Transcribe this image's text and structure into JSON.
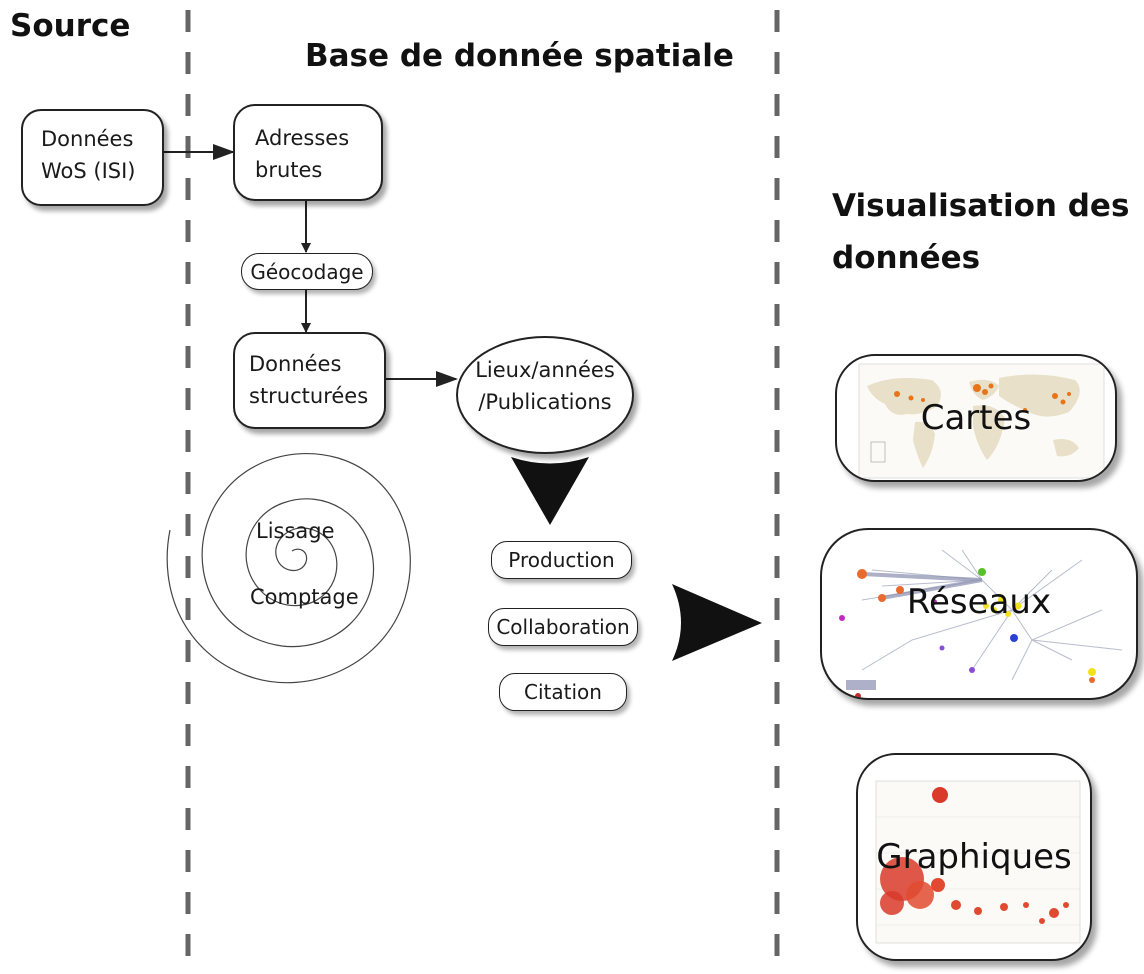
{
  "headings": {
    "source": "Source",
    "base": "Base de donnée spatiale",
    "visualisation_line1": "Visualisation des",
    "visualisation_line2": "données"
  },
  "nodes": {
    "wos_line1": "Données",
    "wos_line2": "WoS (ISI)",
    "adresses_line1": "Adresses",
    "adresses_line2": "brutes",
    "geocodage": "Géocodage",
    "structurees_line1": "Données",
    "structurees_line2": "structurées",
    "lieux_line1": "Lieux/années",
    "lieux_line2": "/Publications",
    "production": "Production",
    "collaboration": "Collaboration",
    "citation": "Citation"
  },
  "spiral": {
    "lissage": "Lissage",
    "comptage": "Comptage"
  },
  "outputs": {
    "cartes": "Cartes",
    "reseaux": "Réseaux",
    "graphiques": "Graphiques"
  },
  "colors": {
    "line": "#222222",
    "dash": "#666666",
    "map_land": "#e8e0c8",
    "map_hot": "#e8741a",
    "network_orange": "#e86a2c",
    "network_yellow": "#f2e21a",
    "network_blue": "#2a3fd6",
    "bubble_red": "#d93a2a"
  }
}
